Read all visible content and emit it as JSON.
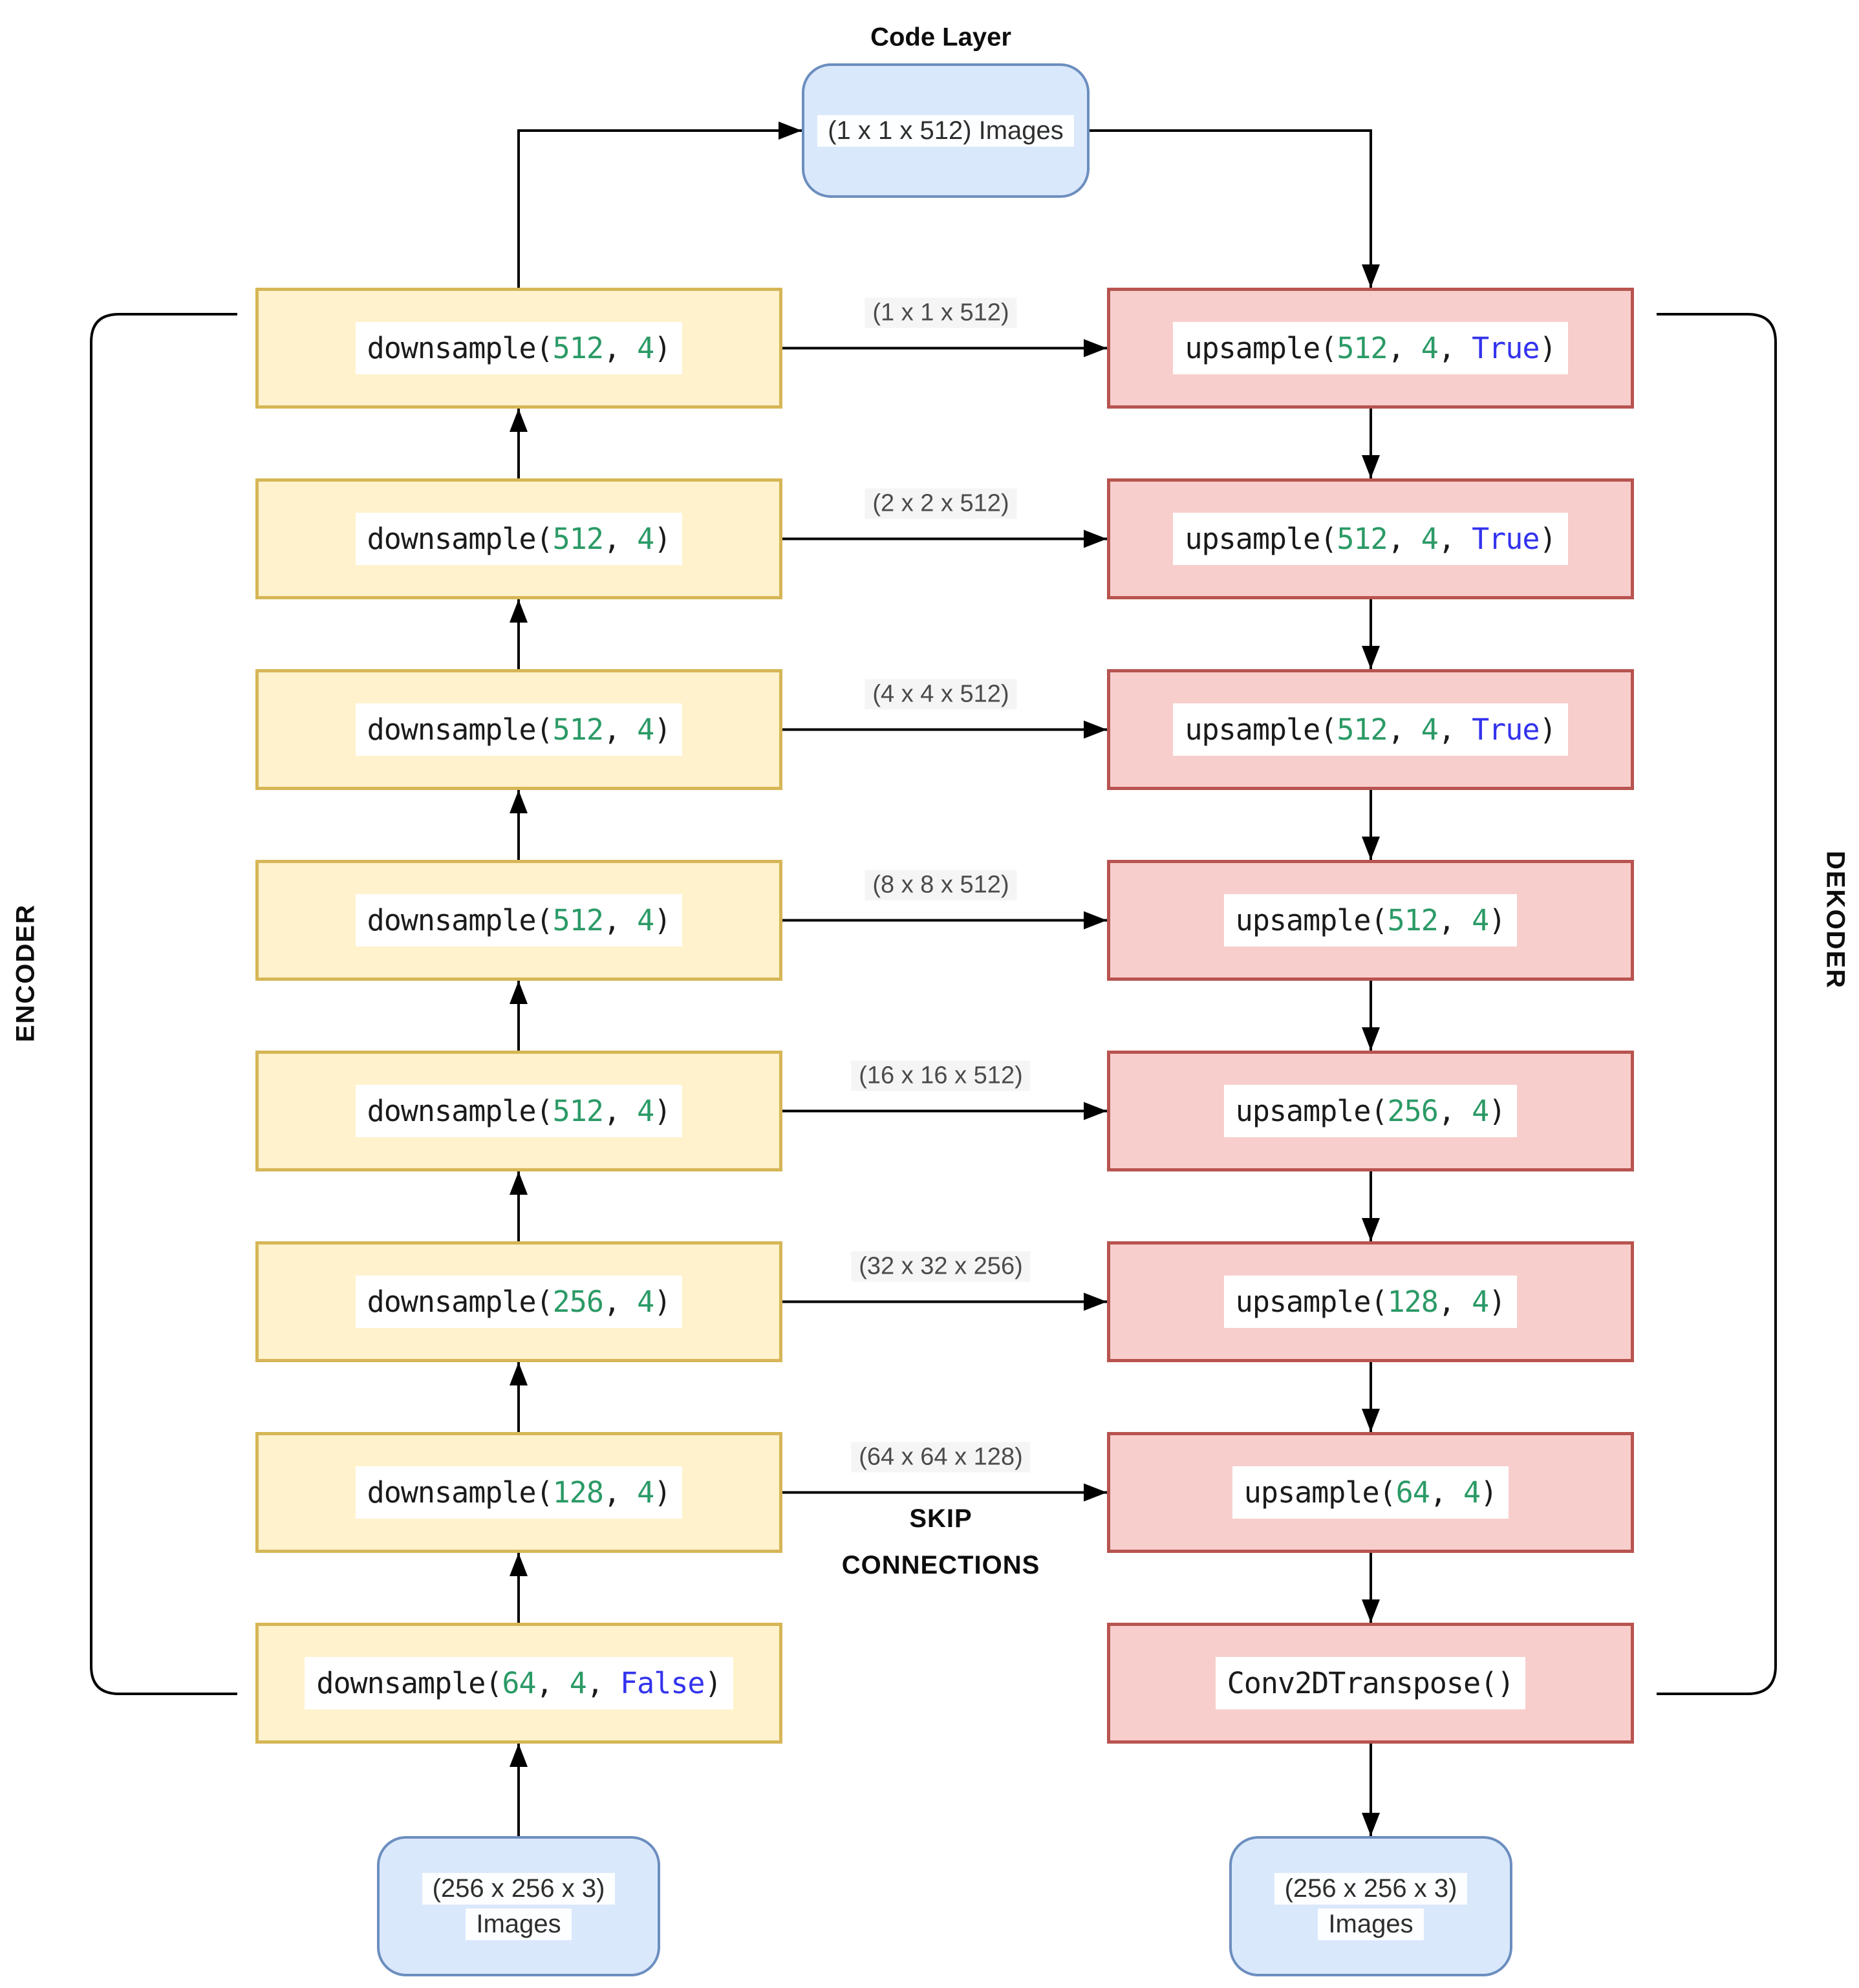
{
  "diagram": {
    "code_layer": {
      "title": "Code Layer",
      "label": "(1 x 1 x 512) Images"
    },
    "side_labels": {
      "encoder": "ENCODER",
      "decoder": "DEKODER"
    },
    "skip_heading": {
      "line1": "SKIP",
      "line2": "CONNECTIONS"
    },
    "io_left": {
      "line1": "(256 x 256 x 3)",
      "line2": "Images"
    },
    "io_right": {
      "line1": "(256 x 256 x 3)",
      "line2": "Images"
    },
    "rows": [
      {
        "encoder": {
          "fn": "downsample",
          "args": [
            {
              "t": "512",
              "k": "num"
            },
            {
              "t": "4",
              "k": "num"
            }
          ]
        },
        "decoder": {
          "fn": "upsample",
          "args": [
            {
              "t": "512",
              "k": "num"
            },
            {
              "t": "4",
              "k": "num"
            },
            {
              "t": "True",
              "k": "bool"
            }
          ]
        },
        "skip_label": "(1 x 1 x 512)"
      },
      {
        "encoder": {
          "fn": "downsample",
          "args": [
            {
              "t": "512",
              "k": "num"
            },
            {
              "t": "4",
              "k": "num"
            }
          ]
        },
        "decoder": {
          "fn": "upsample",
          "args": [
            {
              "t": "512",
              "k": "num"
            },
            {
              "t": "4",
              "k": "num"
            },
            {
              "t": "True",
              "k": "bool"
            }
          ]
        },
        "skip_label": "(2 x 2 x 512)"
      },
      {
        "encoder": {
          "fn": "downsample",
          "args": [
            {
              "t": "512",
              "k": "num"
            },
            {
              "t": "4",
              "k": "num"
            }
          ]
        },
        "decoder": {
          "fn": "upsample",
          "args": [
            {
              "t": "512",
              "k": "num"
            },
            {
              "t": "4",
              "k": "num"
            },
            {
              "t": "True",
              "k": "bool"
            }
          ]
        },
        "skip_label": "(4 x 4 x 512)"
      },
      {
        "encoder": {
          "fn": "downsample",
          "args": [
            {
              "t": "512",
              "k": "num"
            },
            {
              "t": "4",
              "k": "num"
            }
          ]
        },
        "decoder": {
          "fn": "upsample",
          "args": [
            {
              "t": "512",
              "k": "num"
            },
            {
              "t": "4",
              "k": "num"
            }
          ]
        },
        "skip_label": "(8 x 8 x 512)"
      },
      {
        "encoder": {
          "fn": "downsample",
          "args": [
            {
              "t": "512",
              "k": "num"
            },
            {
              "t": "4",
              "k": "num"
            }
          ]
        },
        "decoder": {
          "fn": "upsample",
          "args": [
            {
              "t": "256",
              "k": "num"
            },
            {
              "t": "4",
              "k": "num"
            }
          ]
        },
        "skip_label": "(16 x 16 x 512)"
      },
      {
        "encoder": {
          "fn": "downsample",
          "args": [
            {
              "t": "256",
              "k": "num"
            },
            {
              "t": "4",
              "k": "num"
            }
          ]
        },
        "decoder": {
          "fn": "upsample",
          "args": [
            {
              "t": "128",
              "k": "num"
            },
            {
              "t": "4",
              "k": "num"
            }
          ]
        },
        "skip_label": "(32 x 32 x 256)"
      },
      {
        "encoder": {
          "fn": "downsample",
          "args": [
            {
              "t": "128",
              "k": "num"
            },
            {
              "t": "4",
              "k": "num"
            }
          ]
        },
        "decoder": {
          "fn": "upsample",
          "args": [
            {
              "t": "64",
              "k": "num"
            },
            {
              "t": "4",
              "k": "num"
            }
          ]
        },
        "skip_label": "(64 x 64 x 128)"
      },
      {
        "encoder": {
          "fn": "downsample",
          "args": [
            {
              "t": "64",
              "k": "num"
            },
            {
              "t": "4",
              "k": "num"
            },
            {
              "t": "False",
              "k": "bool"
            }
          ]
        },
        "decoder": {
          "fn": "Conv2DTranspose",
          "args": []
        },
        "skip_label": null
      }
    ],
    "colors": {
      "encoder_fill": "#fff2cc",
      "encoder_border": "#d6b656",
      "decoder_fill": "#f8cecc",
      "decoder_border": "#b85450",
      "io_fill": "#dae8fc",
      "io_border": "#6c8ebf",
      "number_token": "#2b9a66",
      "bool_token": "#3333ee",
      "line": "#000000"
    }
  }
}
